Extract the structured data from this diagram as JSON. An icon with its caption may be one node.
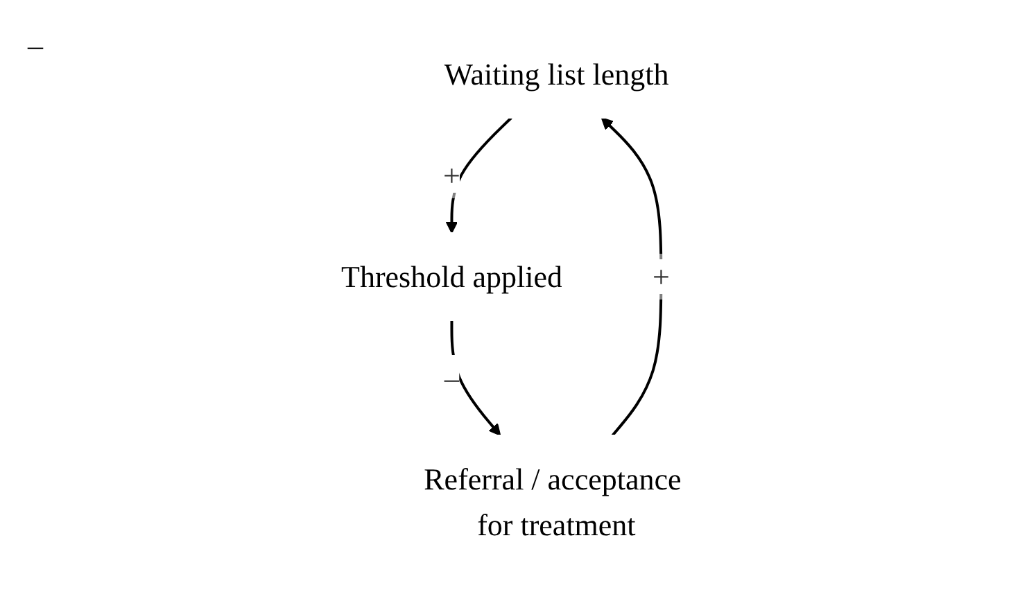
{
  "diagram": {
    "nodes": [
      {
        "text": [
          "Waiting list length"
        ]
      },
      {
        "text": [
          "Threshold applied"
        ]
      },
      {
        "text": [
          "Referral / acceptance for treatment"
        ]
      }
    ],
    "edges": [
      {
        "from": 2,
        "to": 0,
        "arrow": "to",
        "label": "+"
      },
      {
        "from": 0,
        "to": 1,
        "arrow": "to",
        "label": "+"
      },
      {
        "from": 1,
        "to": 2,
        "arrow": "to",
        "label": "–"
      }
    ],
    "labels": [
      "–"
    ]
  }
}
